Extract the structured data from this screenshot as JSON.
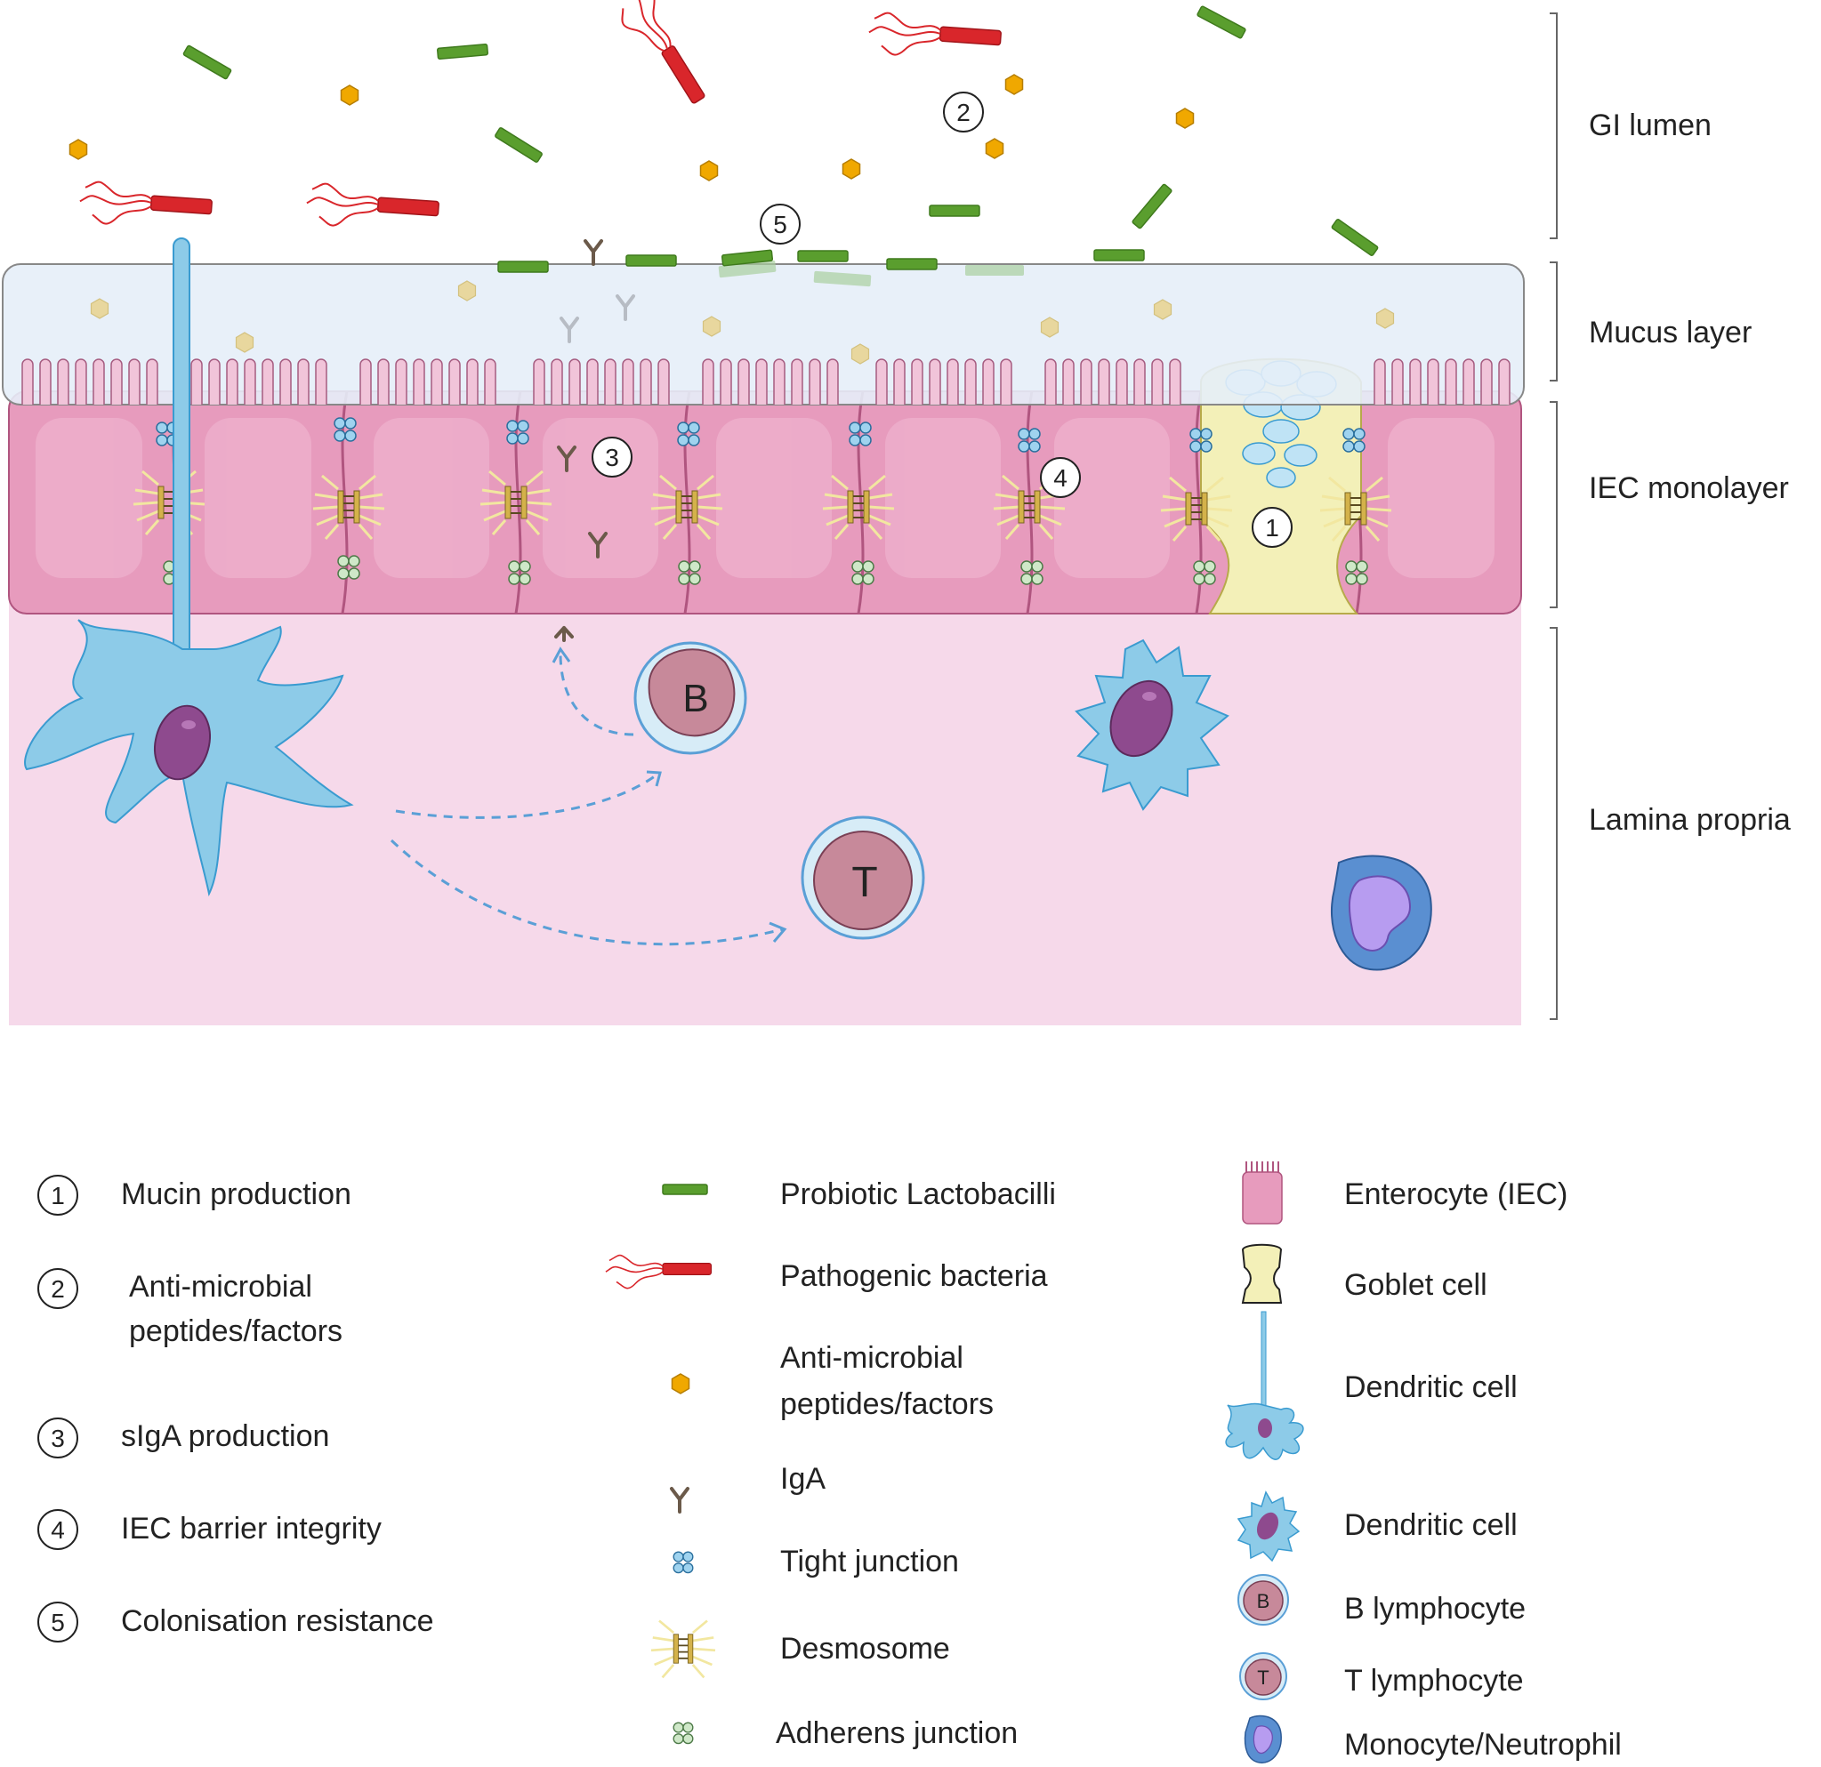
{
  "regions": {
    "gi_lumen": "GI lumen",
    "mucus_layer": "Mucus layer",
    "iec_monolayer": "IEC monolayer",
    "lamina_propria": "Lamina propria"
  },
  "cell_letters": {
    "b_cell": "B",
    "t_cell": "T"
  },
  "markers": [
    "1",
    "2",
    "3",
    "4",
    "5"
  ],
  "numbered_legend": [
    {
      "num": "1",
      "label": "Mucin production"
    },
    {
      "num": "2",
      "label_line1": "Anti-microbial",
      "label_line2": "peptides/factors"
    },
    {
      "num": "3",
      "label": "sIgA production"
    },
    {
      "num": "4",
      "label": "IEC barrier integrity"
    },
    {
      "num": "5",
      "label": "Colonisation resistance"
    }
  ],
  "symbol_legend": {
    "lactobacilli": "Probiotic Lactobacilli",
    "pathogen": "Pathogenic bacteria",
    "amp_line1": "Anti-microbial",
    "amp_line2": "peptides/factors",
    "iga": "IgA",
    "tight_junction": "Tight junction",
    "desmosome": "Desmosome",
    "adherens_junction": "Adherens junction"
  },
  "cell_legend": {
    "enterocyte": "Enterocyte (IEC)",
    "goblet": "Goblet cell",
    "dendritic_1": "Dendritic cell",
    "dendritic_2": "Dendritic cell",
    "b_lymphocyte": "B lymphocyte",
    "t_lymphocyte": "T lymphocyte",
    "monocyte": "Monocyte/Neutrophil",
    "b_icon_letter": "B",
    "t_icon_letter": "T"
  },
  "colors": {
    "lactobacilli": "#5a9e2e",
    "pathogen": "#d9262b",
    "amp": "#f0a800",
    "iga": "#6b5a4a",
    "mucus": "#e6eef8",
    "enterocyte": "#e79bbd",
    "goblet": "#f3f0b8",
    "lamina": "#f6d9ea",
    "dendritic": "#8dcbe8",
    "lymphocyte": "#c7899a",
    "monocyte": "#5a8fd1",
    "arrow": "#5a9fd6"
  }
}
